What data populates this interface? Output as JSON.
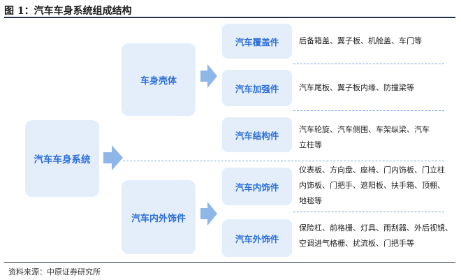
{
  "title": "图 1：汽车车身系统组成结构",
  "root": "汽车车身系统",
  "groups": [
    {
      "label": "车身壳体",
      "items": [
        {
          "label": "汽车覆盖件",
          "desc": [
            "后备箱盖、翼子板、机舱盖、车门等"
          ]
        },
        {
          "label": "汽车加强件",
          "desc": [
            "汽车尾板、翼子板内缘、防撞梁等"
          ]
        },
        {
          "label": "汽车结构件",
          "desc": [
            "汽车轮旋、汽车侧围、车架纵梁、汽车",
            "立柱等"
          ]
        }
      ]
    },
    {
      "label": "汽车内外饰件",
      "items": [
        {
          "label": "汽车内饰件",
          "desc": [
            "仪表板、方向盘、座椅、门内饰板、门立柱",
            "内饰板、门把手、遮阳板、扶手箱、顶棚、",
            "地毯等"
          ]
        },
        {
          "label": "汽车外饰件",
          "desc": [
            "保险杠、前格栅、灯具、雨刮器、外后视镜、",
            "空调进气格栅、扰流板、门把手等"
          ]
        }
      ]
    }
  ],
  "source": "资料来源：中原证券研究所",
  "colors": {
    "box_fill": "#e4eefb",
    "box_text": "#2d6fd8",
    "arrow": "#8fb6e8",
    "dash": "#7aa6df"
  }
}
